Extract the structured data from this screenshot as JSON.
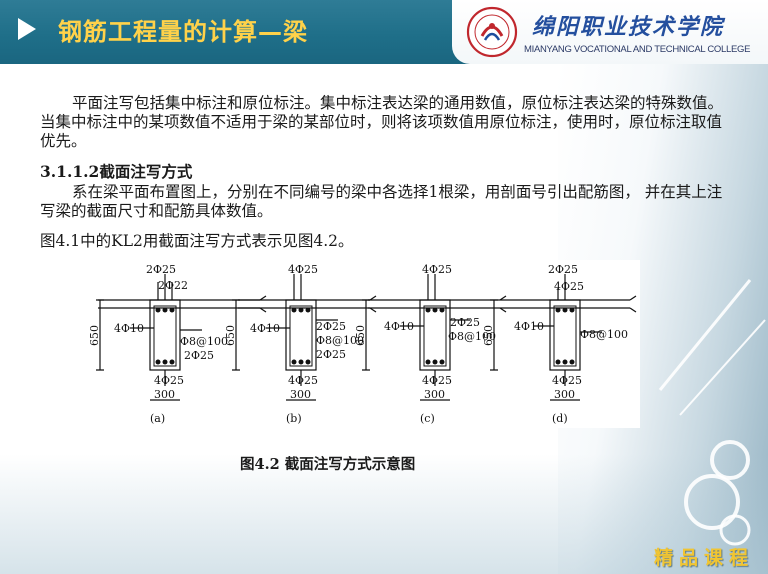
{
  "header": {
    "title": "钢筋工程量的计算—梁",
    "college_cn": "绵阳职业技术学院",
    "college_en": "MIANYANG VOCATIONAL AND TECHNICAL COLLEGE",
    "accent_color": "#ffd24a",
    "bar_color": "#1f6f89"
  },
  "content": {
    "paragraph1": "平面注写包括集中标注和原位标注。集中标注表达梁的通用数值，原位标注表达梁的特殊数值。当集中标注中的某项数值不适用于梁的某部位时，则将该项数值用原位标注，使用时，原位标注取值优先。",
    "heading": "3.1.1.2截面注写方式",
    "paragraph2": "系在梁平面布置图上，分别在不同编号的梁中各选择1根梁，用剖面号引出配筋图， 并在其上注写梁的截面尺寸和配筋具体数值。",
    "paragraph3": "图4.1中的KL2用截面注写方式表示见图4.2。"
  },
  "figure": {
    "caption": "图4.2 截面注写方式示意图",
    "panels": [
      {
        "label": "(a)",
        "top1": "2Φ25",
        "top2": "2Φ22",
        "side": "4Φ10",
        "stirrup": "Φ8@100",
        "extra": "2Φ25",
        "bottom": "4Φ25",
        "height": "650",
        "width": "300"
      },
      {
        "label": "(b)",
        "top1": "4Φ25",
        "side": "4Φ10",
        "extra1": "2Φ25",
        "stirrup": "Φ8@100",
        "extra2": "2Φ25",
        "bottom": "4Φ25",
        "height": "650",
        "width": "300"
      },
      {
        "label": "(c)",
        "top1": "4Φ25",
        "side": "4Φ10",
        "extra1": "2Φ25",
        "stirrup": "Φ8@100",
        "bottom": "4Φ25",
        "height": "650",
        "width": "300"
      },
      {
        "label": "(d)",
        "top1": "2Φ25",
        "top2": "4Φ25",
        "side": "4Φ10",
        "stirrup": "Φ8@100",
        "bottom": "4Φ25",
        "height": "650",
        "width": "300"
      }
    ]
  },
  "footer": {
    "badge": "精品课程"
  }
}
